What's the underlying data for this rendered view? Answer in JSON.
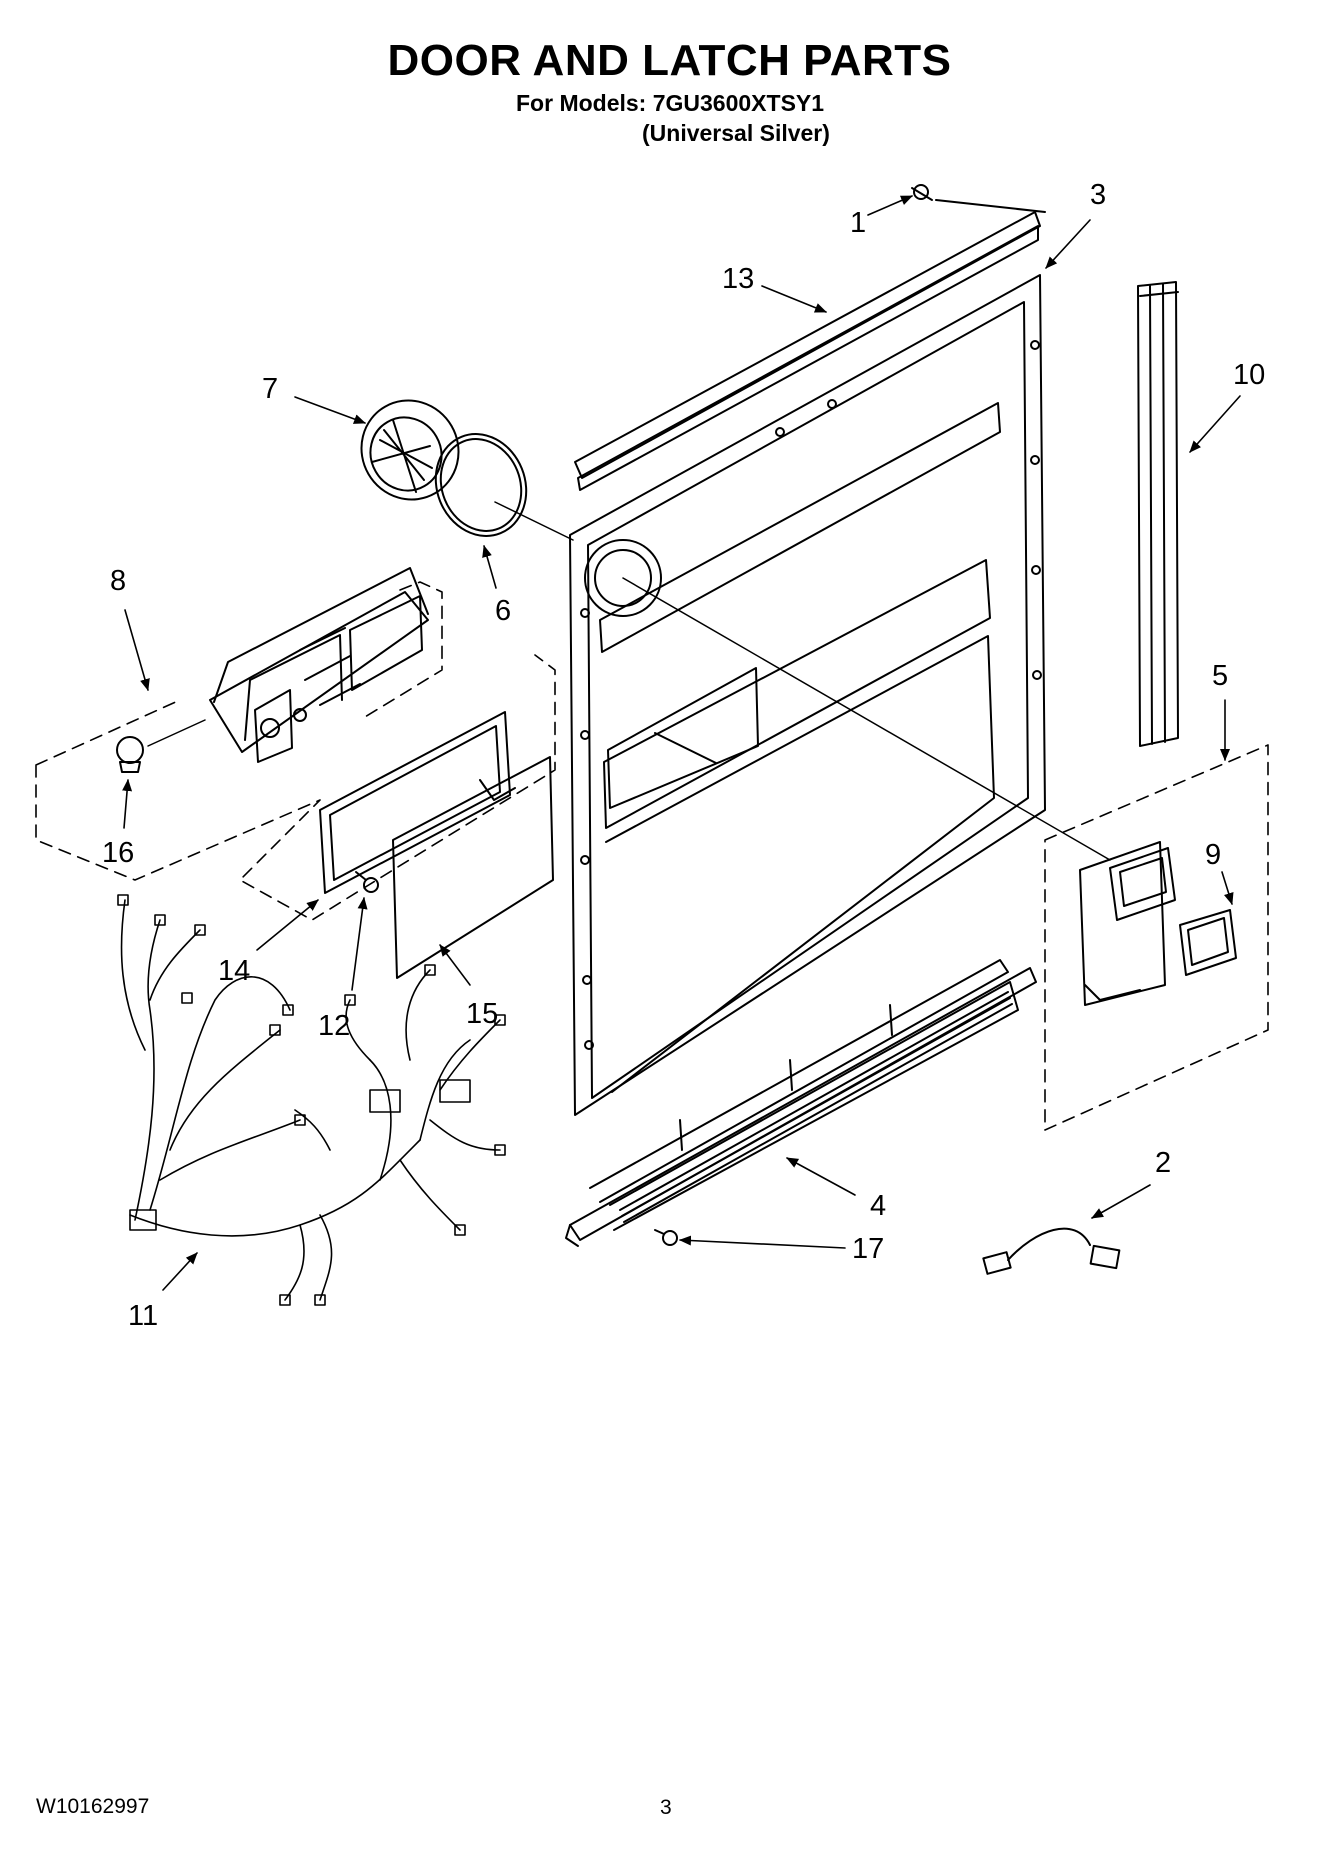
{
  "header": {
    "title": "DOOR AND LATCH PARTS",
    "models_line": "For Models: 7GU3600XTSY1",
    "variant_line": "(Universal Silver)"
  },
  "footer": {
    "document_code": "W10162997",
    "page_number": "3"
  },
  "callouts": [
    "1",
    "2",
    "3",
    "4",
    "5",
    "6",
    "7",
    "8",
    "9",
    "10",
    "11",
    "12",
    "13",
    "14",
    "15",
    "16",
    "17"
  ]
}
